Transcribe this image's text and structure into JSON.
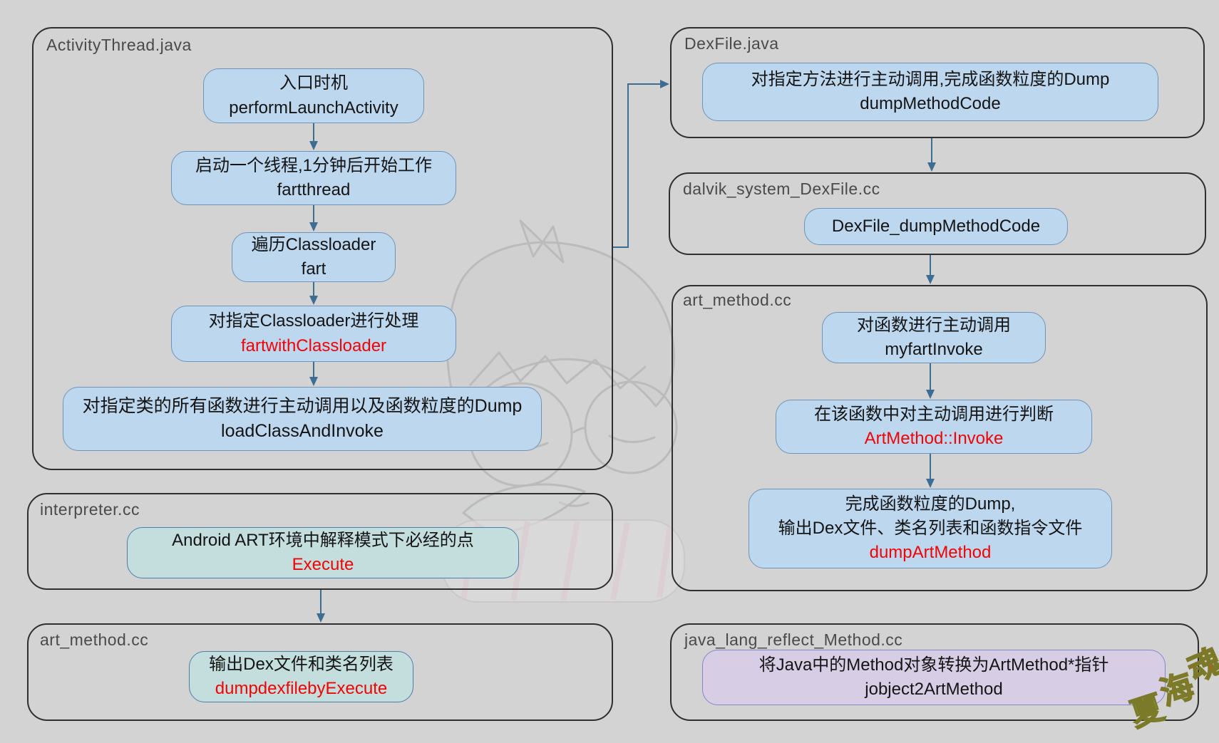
{
  "colors": {
    "bg": "#d3d3d3",
    "container_border": "#2f2f2f",
    "label": "#4a4a4a",
    "node_blue": "#bdd7ee",
    "node_blue_border": "#6f94b8",
    "node_teal": "#c3dedd",
    "node_teal_border": "#4d7ea8",
    "node_purple": "#d7cee6",
    "node_purple_border": "#8585c5",
    "text": "#141414",
    "red": "#f20404",
    "arrow": "#3c6e93"
  },
  "boxes": {
    "activity_thread": {
      "label": "ActivityThread.java",
      "nodes": {
        "perform_launch": {
          "line1": "入口时机",
          "line2": "performLaunchActivity"
        },
        "fartthread": {
          "line1": "启动一个线程,1分钟后开始工作",
          "line2": "fartthread"
        },
        "fart": {
          "line1": "遍历Classloader",
          "line2": "fart"
        },
        "fartwith_classloader": {
          "line1": "对指定Classloader进行处理",
          "line2": "fartwithClassloader"
        },
        "load_class_and_invoke": {
          "line1": "对指定类的所有函数进行主动调用以及函数粒度的Dump",
          "line2": "loadClassAndInvoke"
        }
      }
    },
    "interpreter": {
      "label": "interpreter.cc",
      "nodes": {
        "execute": {
          "line1": "Android ART环境中解释模式下必经的点",
          "line2": "Execute"
        }
      }
    },
    "art_method_left": {
      "label": "art_method.cc",
      "nodes": {
        "dumpdexfile_by_execute": {
          "line1": "输出Dex文件和类名列表",
          "line2": "dumpdexfilebyExecute"
        }
      }
    },
    "dexfile_java": {
      "label": "DexFile.java",
      "nodes": {
        "dump_method_code": {
          "line1": "对指定方法进行主动调用,完成函数粒度的Dump",
          "line2": "dumpMethodCode"
        }
      }
    },
    "dalvik_system_dexfile": {
      "label": "dalvik_system_DexFile.cc",
      "nodes": {
        "dexfile_dump_method_code": {
          "line1": "DexFile_dumpMethodCode"
        }
      }
    },
    "art_method_right": {
      "label": "art_method.cc",
      "nodes": {
        "myfart_invoke": {
          "line1": "对函数进行主动调用",
          "line2": "myfartInvoke"
        },
        "artmethod_invoke": {
          "line1": "在该函数中对主动调用进行判断",
          "line2": "ArtMethod::Invoke"
        },
        "dump_artmethod": {
          "line1": "完成函数粒度的Dump,",
          "line2": "输出Dex文件、类名列表和函数指令文件",
          "line3": "dumpArtMethod"
        }
      }
    },
    "java_lang_reflect_method": {
      "label": "java_lang_reflect_Method.cc",
      "nodes": {
        "jobject2artmethod": {
          "line1": "将Java中的Method对象转换为ArtMethod*指针",
          "line2": "jobject2ArtMethod"
        }
      }
    }
  },
  "watermark": {
    "chars": [
      {
        "char": "夏",
        "color": "#7fae3e"
      },
      {
        "char": "海",
        "color": "#c4702e"
      },
      {
        "char": "魂",
        "color": "#d8491c"
      }
    ]
  }
}
